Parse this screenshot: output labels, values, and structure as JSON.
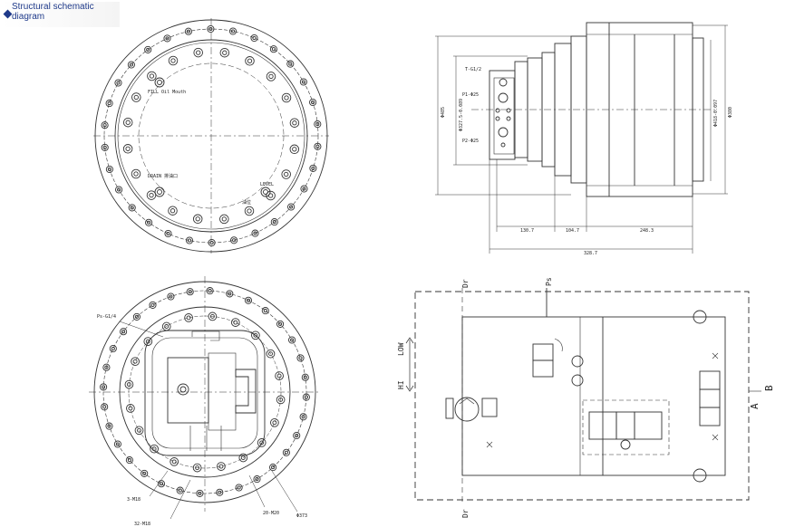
{
  "header": {
    "title": "Structural schematic diagram",
    "accent": "#1f3a8a"
  },
  "front_view": {
    "fill_label": "FILL Oil Mouth",
    "drain_label": "DRAIN",
    "drain_cn_label": "排油口",
    "level_label": "LEVEL",
    "level_cn_label": "油位"
  },
  "side_view": {
    "port_t": "T-G1/2",
    "port_p1": "P1-Φ25",
    "port_p2": "P2-Φ25",
    "dim_left_1": "Φ485",
    "dim_left_2": "Φ327.5-0.089",
    "dim_right_1": "Φ418-0.097",
    "dim_right_2": "Φ380",
    "dim_1": "130.7",
    "dim_2": "104.7",
    "dim_3": "248.3",
    "dim_total": "328.7"
  },
  "back_view": {
    "port_ps": "Ps-G1/4",
    "label_m18": "3-M18",
    "label_m18b": "32-M18",
    "label_m20": "20-M20",
    "label_dia": "Φ373"
  },
  "hydraulic": {
    "dr_top": "Dr",
    "ps": "Ps",
    "dr_bottom": "Dr",
    "low": "LOW",
    "hi": "HI",
    "port_a": "A",
    "port_b": "B"
  }
}
